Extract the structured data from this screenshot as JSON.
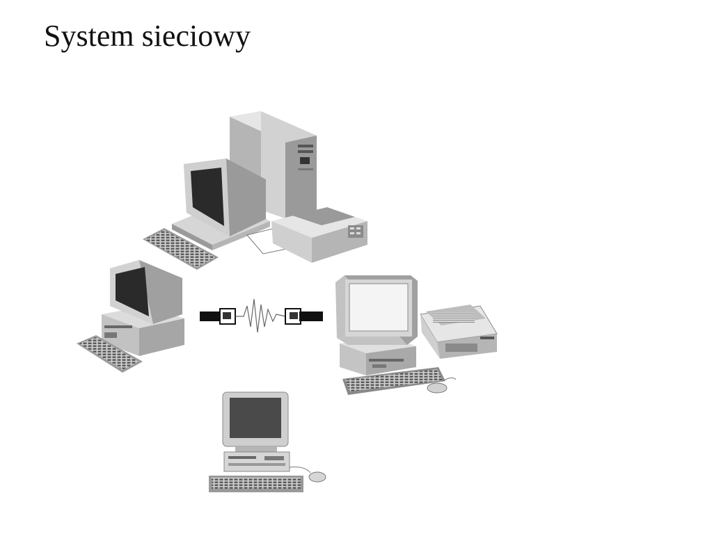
{
  "slide": {
    "title": "System sieciowy"
  },
  "diagram": {
    "nodes": [
      {
        "id": "server-workstation",
        "icon": "server-tower-icon"
      },
      {
        "id": "laser-printer",
        "icon": "laser-printer-icon"
      },
      {
        "id": "desktop-left",
        "icon": "desktop-computer-icon"
      },
      {
        "id": "desktop-right",
        "icon": "desktop-computer-icon"
      },
      {
        "id": "inkjet-printer",
        "icon": "inkjet-printer-icon"
      },
      {
        "id": "desktop-bottom",
        "icon": "desktop-computer-icon"
      }
    ],
    "connection": {
      "icon": "network-cable-icon"
    }
  },
  "colors": {
    "background": "#ffffff",
    "light": "#e6e6e6",
    "mid": "#b5b5b5",
    "dark": "#8a8a8a",
    "screen": "#2a2a2a",
    "outline": "#555555"
  }
}
